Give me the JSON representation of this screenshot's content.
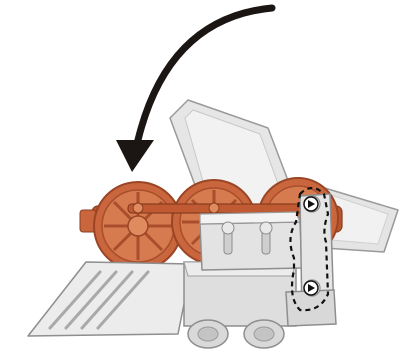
{
  "figure": {
    "kind": "assembly-instruction",
    "action": "rotate-model",
    "rotation_direction": "counterclockwise",
    "callout_style": "dashed-outline"
  },
  "colors": {
    "background": "#ffffff",
    "chassis_light": "#efefef",
    "chassis_mid": "#dcdcdc",
    "chassis_dark": "#b9b9b9",
    "chassis_outline": "#8e8e8e",
    "wheel_red": "#c9663d",
    "wheel_red_dark": "#9a4524",
    "wheel_red_light": "#e08a5f",
    "arrow": "#1b1613",
    "callout_outline": "#111111"
  },
  "icons": {
    "rotation_arrow": "curved-arrow-counterclockwise",
    "pin_marker": "triangle-pin-marker"
  }
}
